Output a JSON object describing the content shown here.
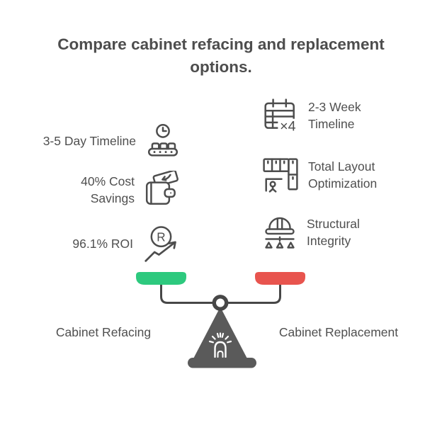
{
  "title_line1": "Compare cabinet refacing and replacement",
  "title_line2": "options.",
  "left": {
    "label": "Cabinet Refacing",
    "items": [
      {
        "text": "3-5 Day Timeline",
        "icon": "conveyor-clock-icon"
      },
      {
        "text": "40% Cost Savings",
        "icon": "wallet-cash-icon"
      },
      {
        "text": "96.1% ROI",
        "icon": "roi-growth-icon"
      }
    ]
  },
  "right": {
    "label": "Cabinet Replacement",
    "items": [
      {
        "text": "2-3 Week Timeline",
        "icon": "calendar-x4-icon"
      },
      {
        "text": "Total Layout Optimization",
        "icon": "kitchen-layout-icon"
      },
      {
        "text": "Structural Integrity",
        "icon": "hard-hat-icon"
      }
    ]
  },
  "scale": {
    "left_pan_color": "#2dc97e",
    "right_pan_color": "#e8544e",
    "body_color": "#5a5a5a",
    "text_color": "#4f4f4f"
  }
}
